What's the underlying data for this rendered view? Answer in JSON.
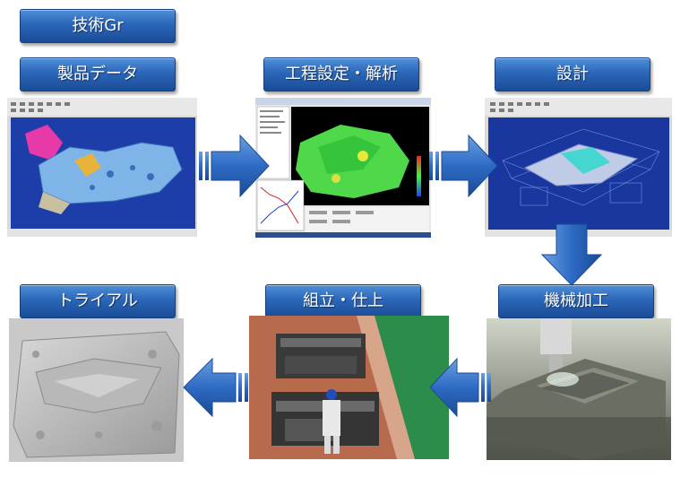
{
  "header": {
    "title": "技術Gr"
  },
  "steps": {
    "product_data": {
      "label": "製品データ"
    },
    "process_setting": {
      "label": "工程設定・解析"
    },
    "design": {
      "label": "設計"
    },
    "machining": {
      "label": "機械加工"
    },
    "assembly": {
      "label": "組立・仕上"
    },
    "trial": {
      "label": "トライアル"
    }
  },
  "colors": {
    "label_blue": "#2b66b8",
    "arrow_blue": "#2d6bc4",
    "cad_bg": "#1c3aa3",
    "analysis_green": "#4ed84a"
  }
}
